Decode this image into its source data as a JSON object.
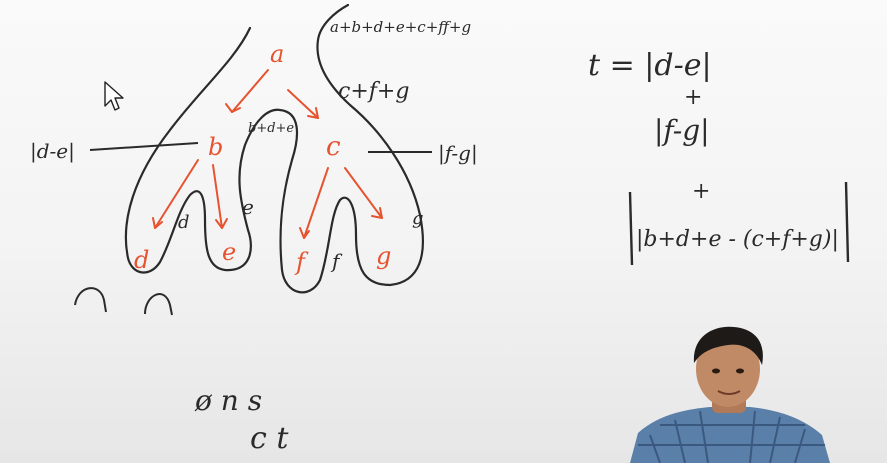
{
  "tree": {
    "nodes": {
      "a": "a",
      "b": "b",
      "c": "c",
      "d": "d",
      "e": "e",
      "f": "f",
      "g": "g"
    },
    "edge_labels": {
      "bd": "d",
      "be": "e",
      "cf": "f",
      "cg": "g"
    },
    "annotations": {
      "top_sum": "a+b+d+e+c+ff+g",
      "right_sum": "c+f+g",
      "inner_sum": "b+d+e",
      "left_abs": "|d-e|",
      "right_abs": "|f-g|"
    }
  },
  "formula": {
    "lhs": "t = |d-e|",
    "plus1": "+",
    "term2": "|f-g|",
    "plus2": "+",
    "term3": "|b+d+e - (c+f+g)|"
  },
  "bottom_notes": {
    "line1": "ø n s",
    "line2": "c t"
  },
  "colors": {
    "ink_black": "#2a2a2a",
    "ink_red": "#e6532f",
    "board": "#f7f7f7"
  },
  "icons": {
    "cursor": "mouse-pointer-icon"
  }
}
